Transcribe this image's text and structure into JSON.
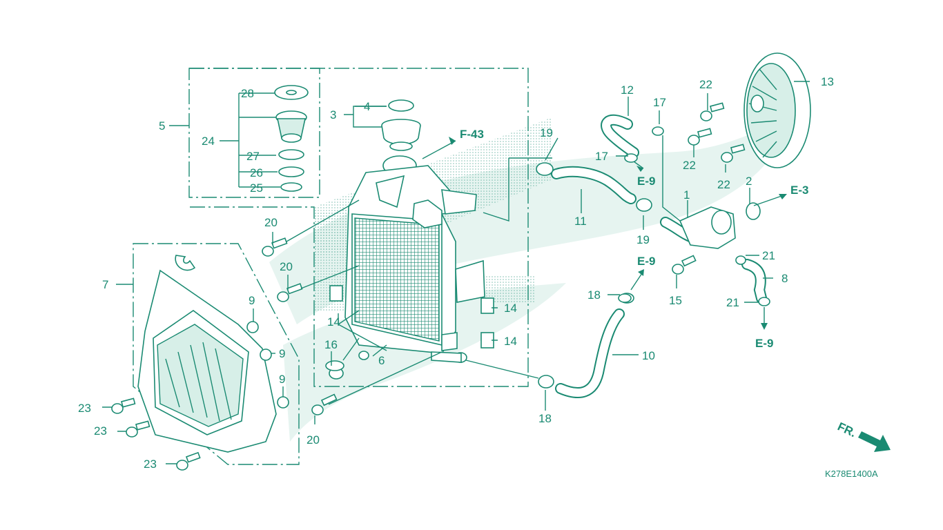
{
  "diagram": {
    "code": "K278E1400A",
    "front_marker": "FR.",
    "colors": {
      "ink": "#1a8a72",
      "shade": "#d7efe8",
      "background": "#ffffff"
    },
    "callouts": {
      "c1": "1",
      "c2": "2",
      "c3": "3",
      "c4": "4",
      "c5": "5",
      "c6": "6",
      "c7": "7",
      "c8": "8",
      "c9a": "9",
      "c9b": "9",
      "c9c": "9",
      "c10": "10",
      "c11": "11",
      "c12": "12",
      "c13": "13",
      "c14a": "14",
      "c14b": "14",
      "c14c": "14",
      "c15": "15",
      "c16": "16",
      "c17a": "17",
      "c17b": "17",
      "c18a": "18",
      "c18b": "18",
      "c19a": "19",
      "c19b": "19",
      "c20a": "20",
      "c20b": "20",
      "c20c": "20",
      "c21a": "21",
      "c21b": "21",
      "c22a": "22",
      "c22b": "22",
      "c22c": "22",
      "c23a": "23",
      "c23b": "23",
      "c23c": "23",
      "c24": "24",
      "c25": "25",
      "c26": "26",
      "c27": "27",
      "c28": "28"
    },
    "references": {
      "f43": "F-43",
      "e9a": "E-9",
      "e9b": "E-9",
      "e9c": "E-9",
      "e3": "E-3"
    }
  }
}
